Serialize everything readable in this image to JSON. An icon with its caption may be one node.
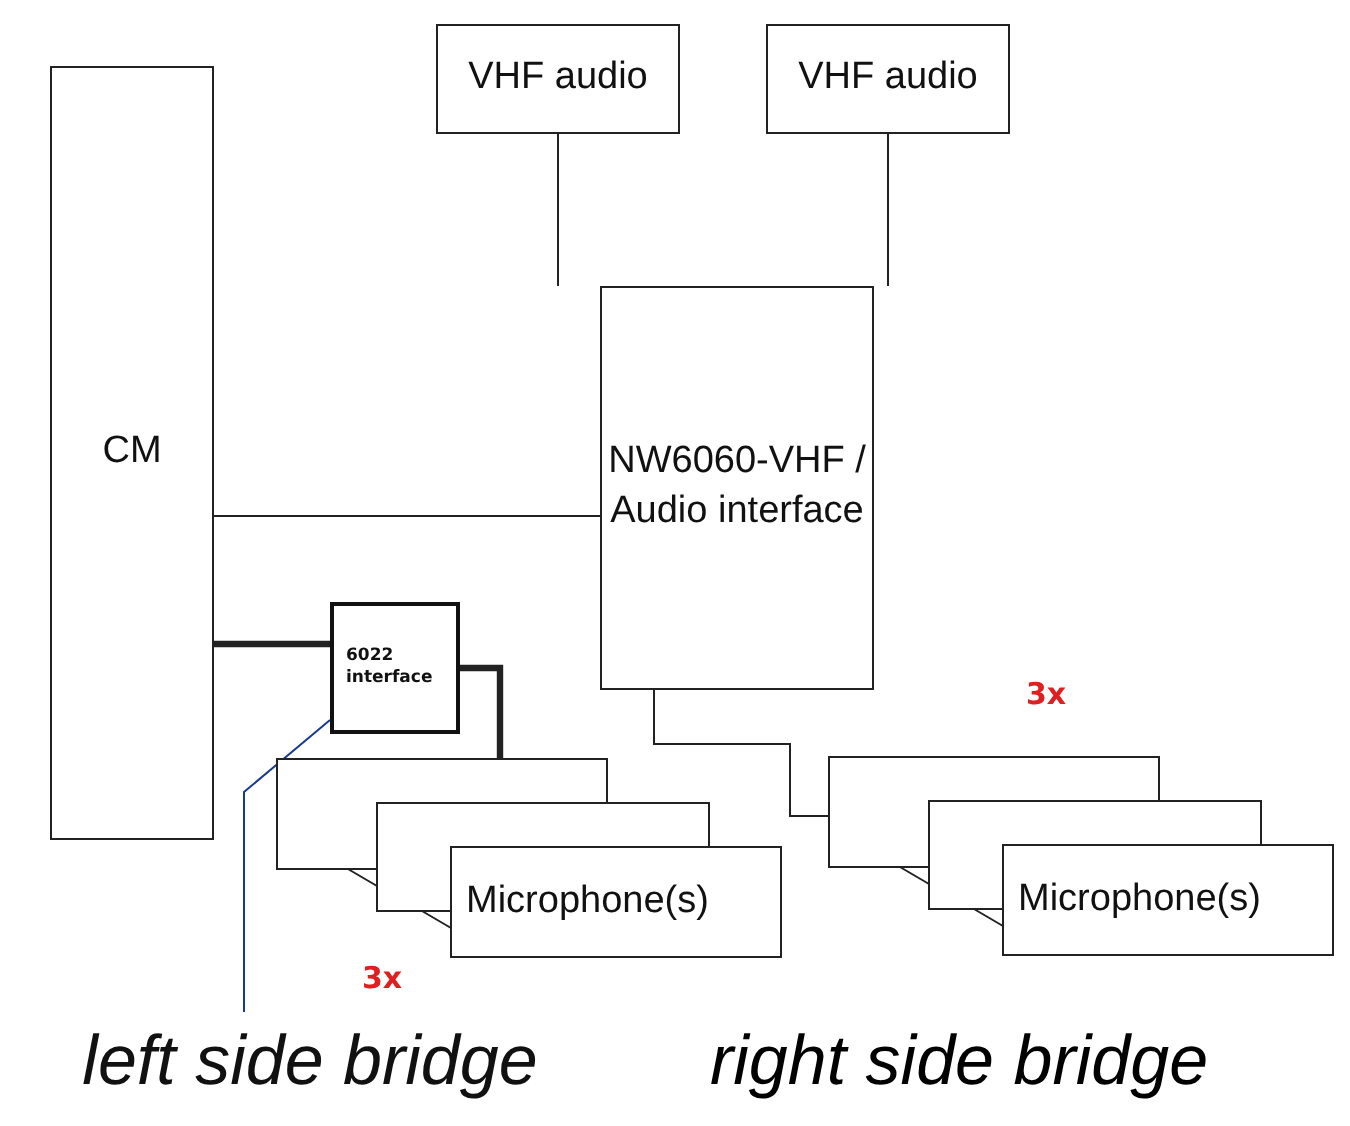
{
  "diagram": {
    "nodes": [
      {
        "text": [
          "CM"
        ]
      },
      {
        "text": [
          "VHF audio"
        ]
      },
      {
        "text": [
          "VHF audio"
        ]
      },
      {
        "text": [
          "NW6060-VHF / Audio interface"
        ]
      },
      {
        "text": [
          "6022 interface"
        ]
      },
      {
        "text": [
          "Microphone(s)"
        ]
      },
      {
        "text": [
          "Microphone(s)"
        ]
      },
      {
        "text": [
          "left side bridge"
        ]
      }
    ],
    "edges": [
      {
        "from": 1,
        "to": 3,
        "arrow": "none"
      },
      {
        "from": 2,
        "to": 3,
        "arrow": "none"
      },
      {
        "from": 0,
        "to": 3,
        "arrow": "none"
      },
      {
        "from": 0,
        "to": 4,
        "arrow": "none",
        "style": "thick"
      },
      {
        "from": 4,
        "to": 5,
        "arrow": "none",
        "style": "thick"
      },
      {
        "from": 3,
        "to": 6,
        "arrow": "none"
      },
      {
        "from": 7,
        "to": 4,
        "arrow": "none",
        "color": "#1a3a8f"
      }
    ],
    "labels": [
      "3x",
      "3x",
      "right side bridge"
    ]
  }
}
